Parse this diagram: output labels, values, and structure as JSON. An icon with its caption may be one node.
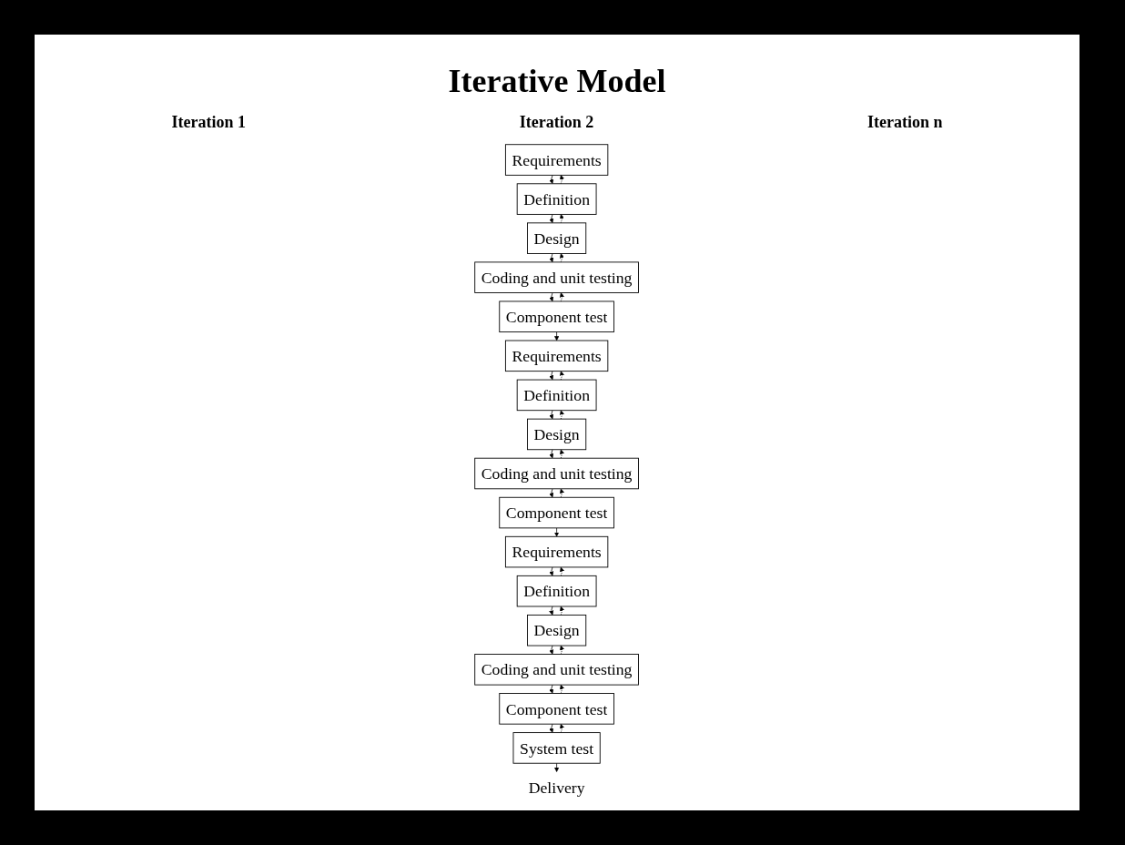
{
  "diagram": {
    "title": "Iterative Model",
    "nodes": [
      {
        "text": [
          "Requirements"
        ]
      },
      {
        "text": [
          "Definition"
        ]
      },
      {
        "text": [
          "Design"
        ]
      },
      {
        "text": [
          "Coding and unit testing"
        ]
      },
      {
        "text": [
          "Component test"
        ]
      },
      {
        "text": [
          "Requirements"
        ]
      },
      {
        "text": [
          "Definition"
        ]
      },
      {
        "text": [
          "Design"
        ]
      },
      {
        "text": [
          "Coding and unit testing"
        ]
      },
      {
        "text": [
          "Component test"
        ]
      },
      {
        "text": [
          "Requirements"
        ]
      },
      {
        "text": [
          "Definition"
        ]
      },
      {
        "text": [
          "Design"
        ]
      },
      {
        "text": [
          "Coding and unit testing"
        ]
      },
      {
        "text": [
          "Component test"
        ]
      },
      {
        "text": [
          "System test"
        ]
      },
      {
        "text": [
          "Delivery"
        ]
      }
    ],
    "edges": [
      {
        "from": 0,
        "to": 1,
        "arrow": "to"
      },
      {
        "from": 1,
        "to": 0,
        "arrow": "to",
        "style": "dashed"
      },
      {
        "from": 1,
        "to": 2,
        "arrow": "to"
      },
      {
        "from": 2,
        "to": 1,
        "arrow": "to",
        "style": "dashed"
      },
      {
        "from": 2,
        "to": 3,
        "arrow": "to"
      },
      {
        "from": 3,
        "to": 2,
        "arrow": "to",
        "style": "dashed"
      },
      {
        "from": 3,
        "to": 4,
        "arrow": "to"
      },
      {
        "from": 4,
        "to": 3,
        "arrow": "to",
        "style": "dashed"
      },
      {
        "from": 4,
        "to": 5,
        "arrow": "to"
      },
      {
        "from": 5,
        "to": 6,
        "arrow": "to"
      },
      {
        "from": 6,
        "to": 5,
        "arrow": "to",
        "style": "dashed"
      },
      {
        "from": 6,
        "to": 7,
        "arrow": "to"
      },
      {
        "from": 7,
        "to": 6,
        "arrow": "to",
        "style": "dashed"
      },
      {
        "from": 7,
        "to": 8,
        "arrow": "to"
      },
      {
        "from": 8,
        "to": 7,
        "arrow": "to",
        "style": "dashed"
      },
      {
        "from": 8,
        "to": 9,
        "arrow": "to"
      },
      {
        "from": 9,
        "to": 8,
        "arrow": "to",
        "style": "dashed"
      },
      {
        "from": 9,
        "to": 10,
        "arrow": "to"
      },
      {
        "from": 10,
        "to": 11,
        "arrow": "to"
      },
      {
        "from": 11,
        "to": 10,
        "arrow": "to",
        "style": "dashed"
      },
      {
        "from": 11,
        "to": 12,
        "arrow": "to"
      },
      {
        "from": 12,
        "to": 11,
        "arrow": "to",
        "style": "dashed"
      },
      {
        "from": 12,
        "to": 13,
        "arrow": "to"
      },
      {
        "from": 13,
        "to": 12,
        "arrow": "to",
        "style": "dashed"
      },
      {
        "from": 13,
        "to": 14,
        "arrow": "to"
      },
      {
        "from": 14,
        "to": 13,
        "arrow": "to",
        "style": "dashed"
      },
      {
        "from": 14,
        "to": 15,
        "arrow": "to"
      },
      {
        "from": 15,
        "to": 14,
        "arrow": "to",
        "style": "dashed"
      },
      {
        "from": 15,
        "to": 16,
        "arrow": "to"
      }
    ],
    "labels": [
      "Iteration 1",
      "Iteration 2",
      "Iteration n"
    ]
  }
}
